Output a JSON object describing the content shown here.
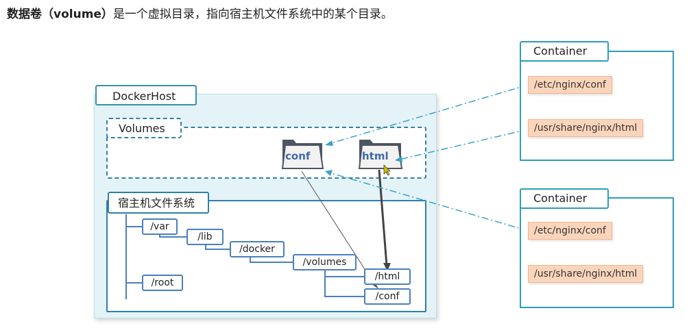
{
  "heading": {
    "bold": "数据卷（volume）",
    "rest": "是一个虚拟目录，指向宿主机文件系统中的某个目录。"
  },
  "docker_host": {
    "label": "DockerHost"
  },
  "volumes": {
    "label": "Volumes",
    "folders": [
      "conf",
      "html"
    ]
  },
  "host_fs": {
    "label": "宿主机文件系统",
    "paths": {
      "var": "/var",
      "lib": "/lib",
      "docker": "/docker",
      "volumes": "/volumes",
      "html": "/html",
      "conf": "/conf",
      "root": "/root"
    }
  },
  "containers": [
    {
      "label": "Container",
      "mounts": [
        "/etc/nginx/conf",
        "/usr/share/nginx/html"
      ]
    },
    {
      "label": "Container",
      "mounts": [
        "/etc/nginx/conf",
        "/usr/share/nginx/html"
      ]
    }
  ],
  "colors": {
    "host_bg": "#e3f3f8",
    "border_blue": "#2f7fa8",
    "container_border": "#2a9dbb",
    "mount_fill": "#fbd5bb",
    "folder_text": "#3f6aa8"
  }
}
